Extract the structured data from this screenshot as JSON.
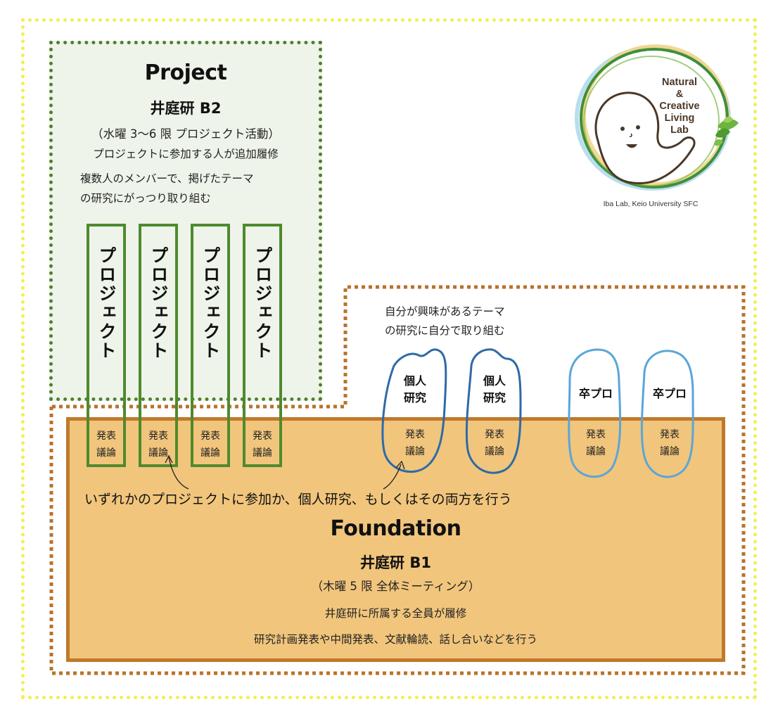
{
  "project": {
    "title": "Project",
    "course": "井庭研 B2",
    "schedule": "（水曜 3〜6 限 プロジェクト活動）",
    "desc1": "プロジェクトに参加する人が追加履修",
    "desc2_line1": "複数人のメンバーで、掲げたテーマ",
    "desc2_line2": "の研究にがっつり取り組む",
    "columns": [
      {
        "label": "プロジェクト",
        "sub1": "発表",
        "sub2": "議論"
      },
      {
        "label": "プロジェクト",
        "sub1": "発表",
        "sub2": "議論"
      },
      {
        "label": "プロジェクト",
        "sub1": "発表",
        "sub2": "議論"
      },
      {
        "label": "プロジェクト",
        "sub1": "発表",
        "sub2": "議論"
      }
    ]
  },
  "individual": {
    "note_line1": "自分が興味があるテーマ",
    "note_line2": "の研究に自分で取り組む",
    "blobs": [
      {
        "label1": "個人",
        "label2": "研究",
        "sub1": "発表",
        "sub2": "議論"
      },
      {
        "label1": "個人",
        "label2": "研究",
        "sub1": "発表",
        "sub2": "議論"
      },
      {
        "label1": "卒プロ",
        "label2": "",
        "sub1": "発表",
        "sub2": "議論"
      },
      {
        "label1": "卒プロ",
        "label2": "",
        "sub1": "発表",
        "sub2": "議論"
      }
    ]
  },
  "join_note": "いずれかのプロジェクトに参加か、個人研究、もしくはその両方を行う",
  "foundation": {
    "title": "Foundation",
    "course": "井庭研 B1",
    "schedule": "（木曜 5 限 全体ミーティング）",
    "desc1": "井庭研に所属する全員が履修",
    "desc2": "研究計画発表や中間発表、文献輪読、話し合いなどを行う"
  },
  "logo": {
    "line1": "Natural",
    "line2": "&",
    "line3": "Creative",
    "line4": "Living",
    "line5": "Lab",
    "caption": "Iba Lab, Keio University SFC"
  },
  "colors": {
    "project_green": "#4f8a2e",
    "project_bg": "#eef4ea",
    "foundation_fill": "#f1c57c",
    "foundation_border": "#c0792b",
    "outer_yellow": "#f2ee55",
    "individual_blue": "#2e6aa8",
    "graduation_blue": "#5aa6d8"
  }
}
